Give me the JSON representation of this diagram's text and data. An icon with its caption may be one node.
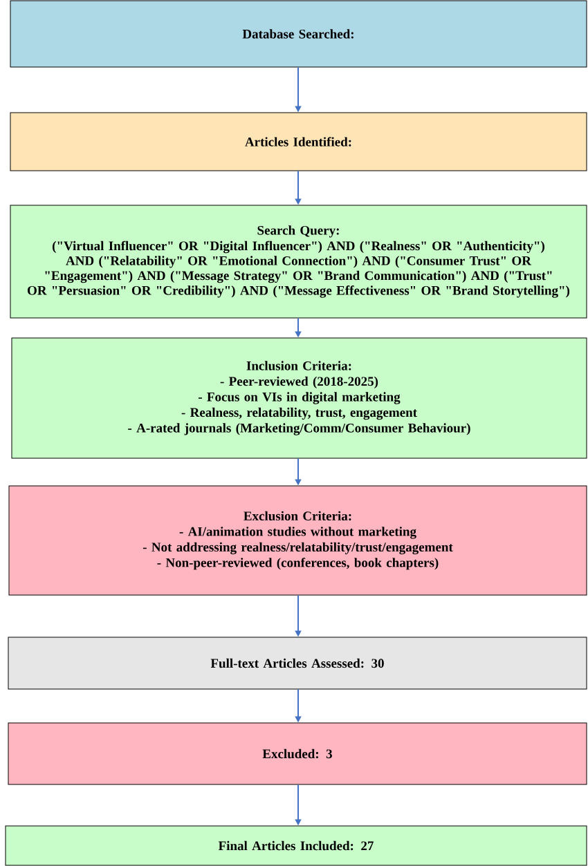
{
  "diagram": {
    "nodes": [
      {
        "text": [
          "Database Searched:"
        ]
      },
      {
        "text": [
          "Articles Identified:"
        ]
      },
      {
        "text": [
          "Search Query:",
          "(\"Virtual Influencer\" OR \"Digital Influencer\") AND (\"Realness\" OR \"Authenticity\") AND (\"Relatability\" OR \"Emotional Connection\") AND (\"Consumer Trust\" OR \"Engagement\") AND (\"Message Strategy\" OR \"Brand Communication\") AND (\"Trust\" OR \"Persuasion\" OR \"Credibility\") AND (\"Message Effectiveness\" OR \"Brand Storytelling\")"
        ]
      },
      {
        "text": [
          "Inclusion Criteria:",
          "- Peer-reviewed (2018-2025)",
          "- Focus on VIs in digital marketing",
          "- Realness, relatability, trust, engagement",
          "- A-rated journals (Marketing/Comm/Consumer Behaviour)"
        ]
      },
      {
        "text": [
          "Exclusion Criteria:",
          "- AI/animation studies without marketing",
          "- Not addressing realness/relatability/trust/engagement",
          "- Non-peer-reviewed (conferences, book chapters)"
        ]
      },
      {
        "text": [
          "Full-text Articles Assessed: 30"
        ]
      },
      {
        "text": [
          "Excluded: 3"
        ]
      },
      {
        "text": [
          "Final Articles Included: 27"
        ]
      }
    ],
    "edges": [
      {
        "from": 0,
        "to": 1,
        "arrow": "to"
      },
      {
        "from": 1,
        "to": 2,
        "arrow": "to"
      },
      {
        "from": 2,
        "to": 3,
        "arrow": "to"
      },
      {
        "from": 3,
        "to": 4,
        "arrow": "to"
      },
      {
        "from": 4,
        "to": 5,
        "arrow": "to"
      },
      {
        "from": 5,
        "to": 6,
        "arrow": "to"
      },
      {
        "from": 6,
        "to": 7,
        "arrow": "to"
      }
    ]
  }
}
